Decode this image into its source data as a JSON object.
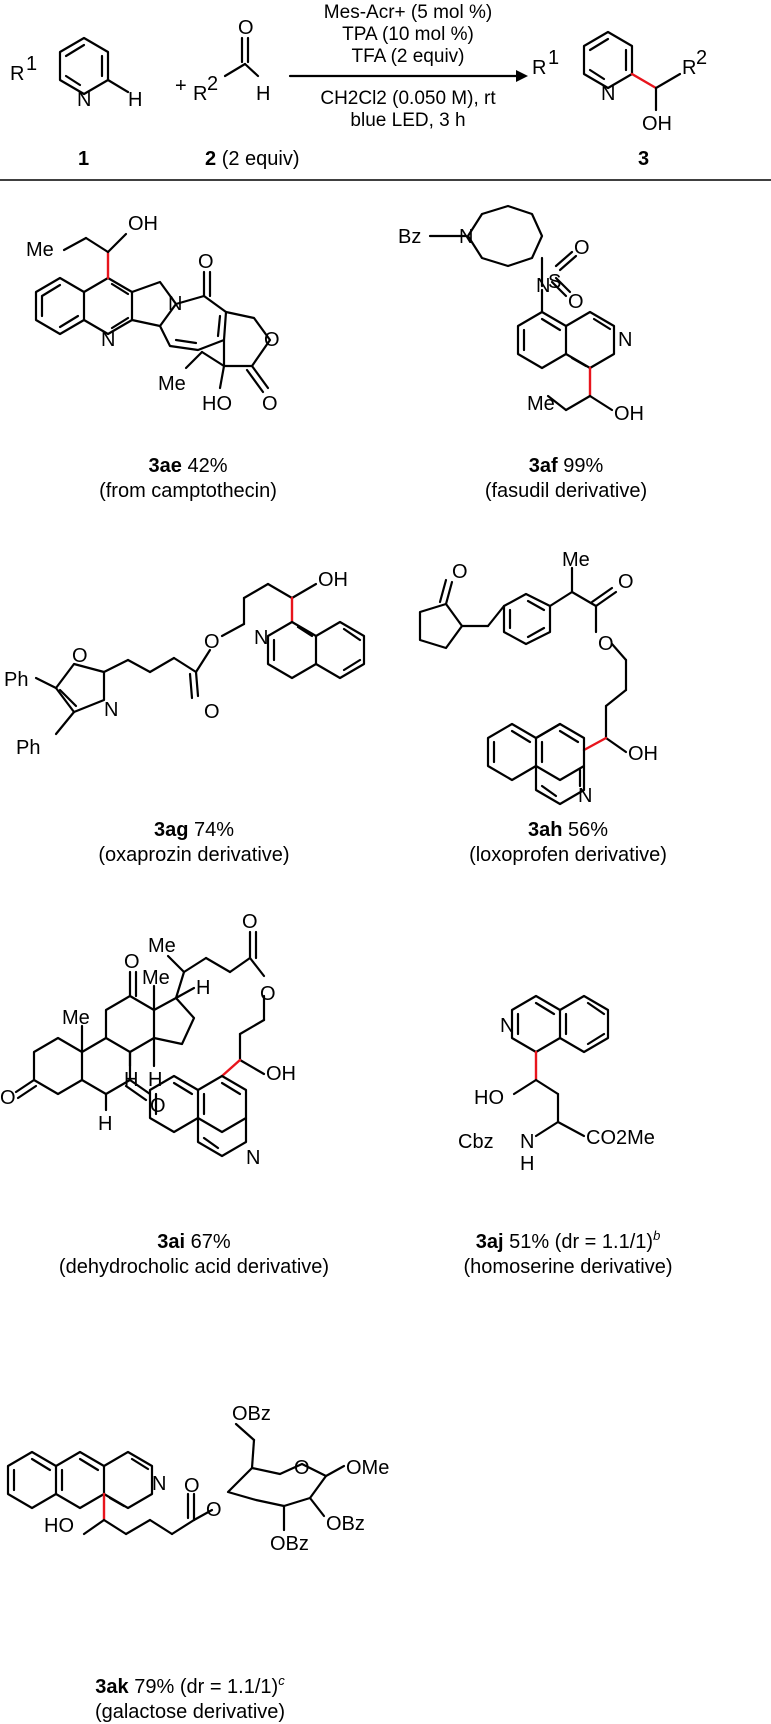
{
  "scheme": {
    "conditions_above": [
      "Mes-Acr+ (5 mol %)",
      "TPA (10 mol %)",
      "TFA (2 equiv)"
    ],
    "conditions_below": [
      "CH2Cl2 (0.050 M), rt",
      "blue LED, 3 h"
    ],
    "reactant1_number": "1",
    "reactant2_number": "2",
    "reactant2_equiv": "(2 equiv)",
    "product_number": "3",
    "plus": "+"
  },
  "compounds": [
    {
      "id": "3ae",
      "yield": "42%",
      "note": "",
      "source": "(from camptothecin)"
    },
    {
      "id": "3af",
      "yield": "99%",
      "note": "",
      "source": "(fasudil derivative)"
    },
    {
      "id": "3ag",
      "yield": "74%",
      "note": "",
      "source": "(oxaprozin derivative)"
    },
    {
      "id": "3ah",
      "yield": "56%",
      "note": "",
      "source": "(loxoprofen derivative)"
    },
    {
      "id": "3ai",
      "yield": "67%",
      "note": "",
      "source": "(dehydrocholic acid derivative)"
    },
    {
      "id": "3aj",
      "yield": "51%",
      "note": "(dr = 1.1/1)",
      "sup": "b",
      "source": "(homoserine derivative)"
    },
    {
      "id": "3ak",
      "yield": "79%",
      "note": "(dr = 1.1/1)",
      "sup": "c",
      "source": "(galactose derivative)"
    }
  ],
  "atom_labels": {
    "R": "R",
    "H": "H",
    "N": "N",
    "O": "O",
    "OH": "OH",
    "HO": "HO",
    "Me": "Me",
    "Bz": "Bz",
    "S": "S",
    "Ph": "Ph",
    "Cbz": "Cbz",
    "OMe": "OMe",
    "OBz": "OBz",
    "CO2Me": "CO2Me",
    "one": "1",
    "two": "2"
  },
  "colors": {
    "new_bond": "#e8141c",
    "bond": "#000000",
    "background": "#ffffff"
  }
}
